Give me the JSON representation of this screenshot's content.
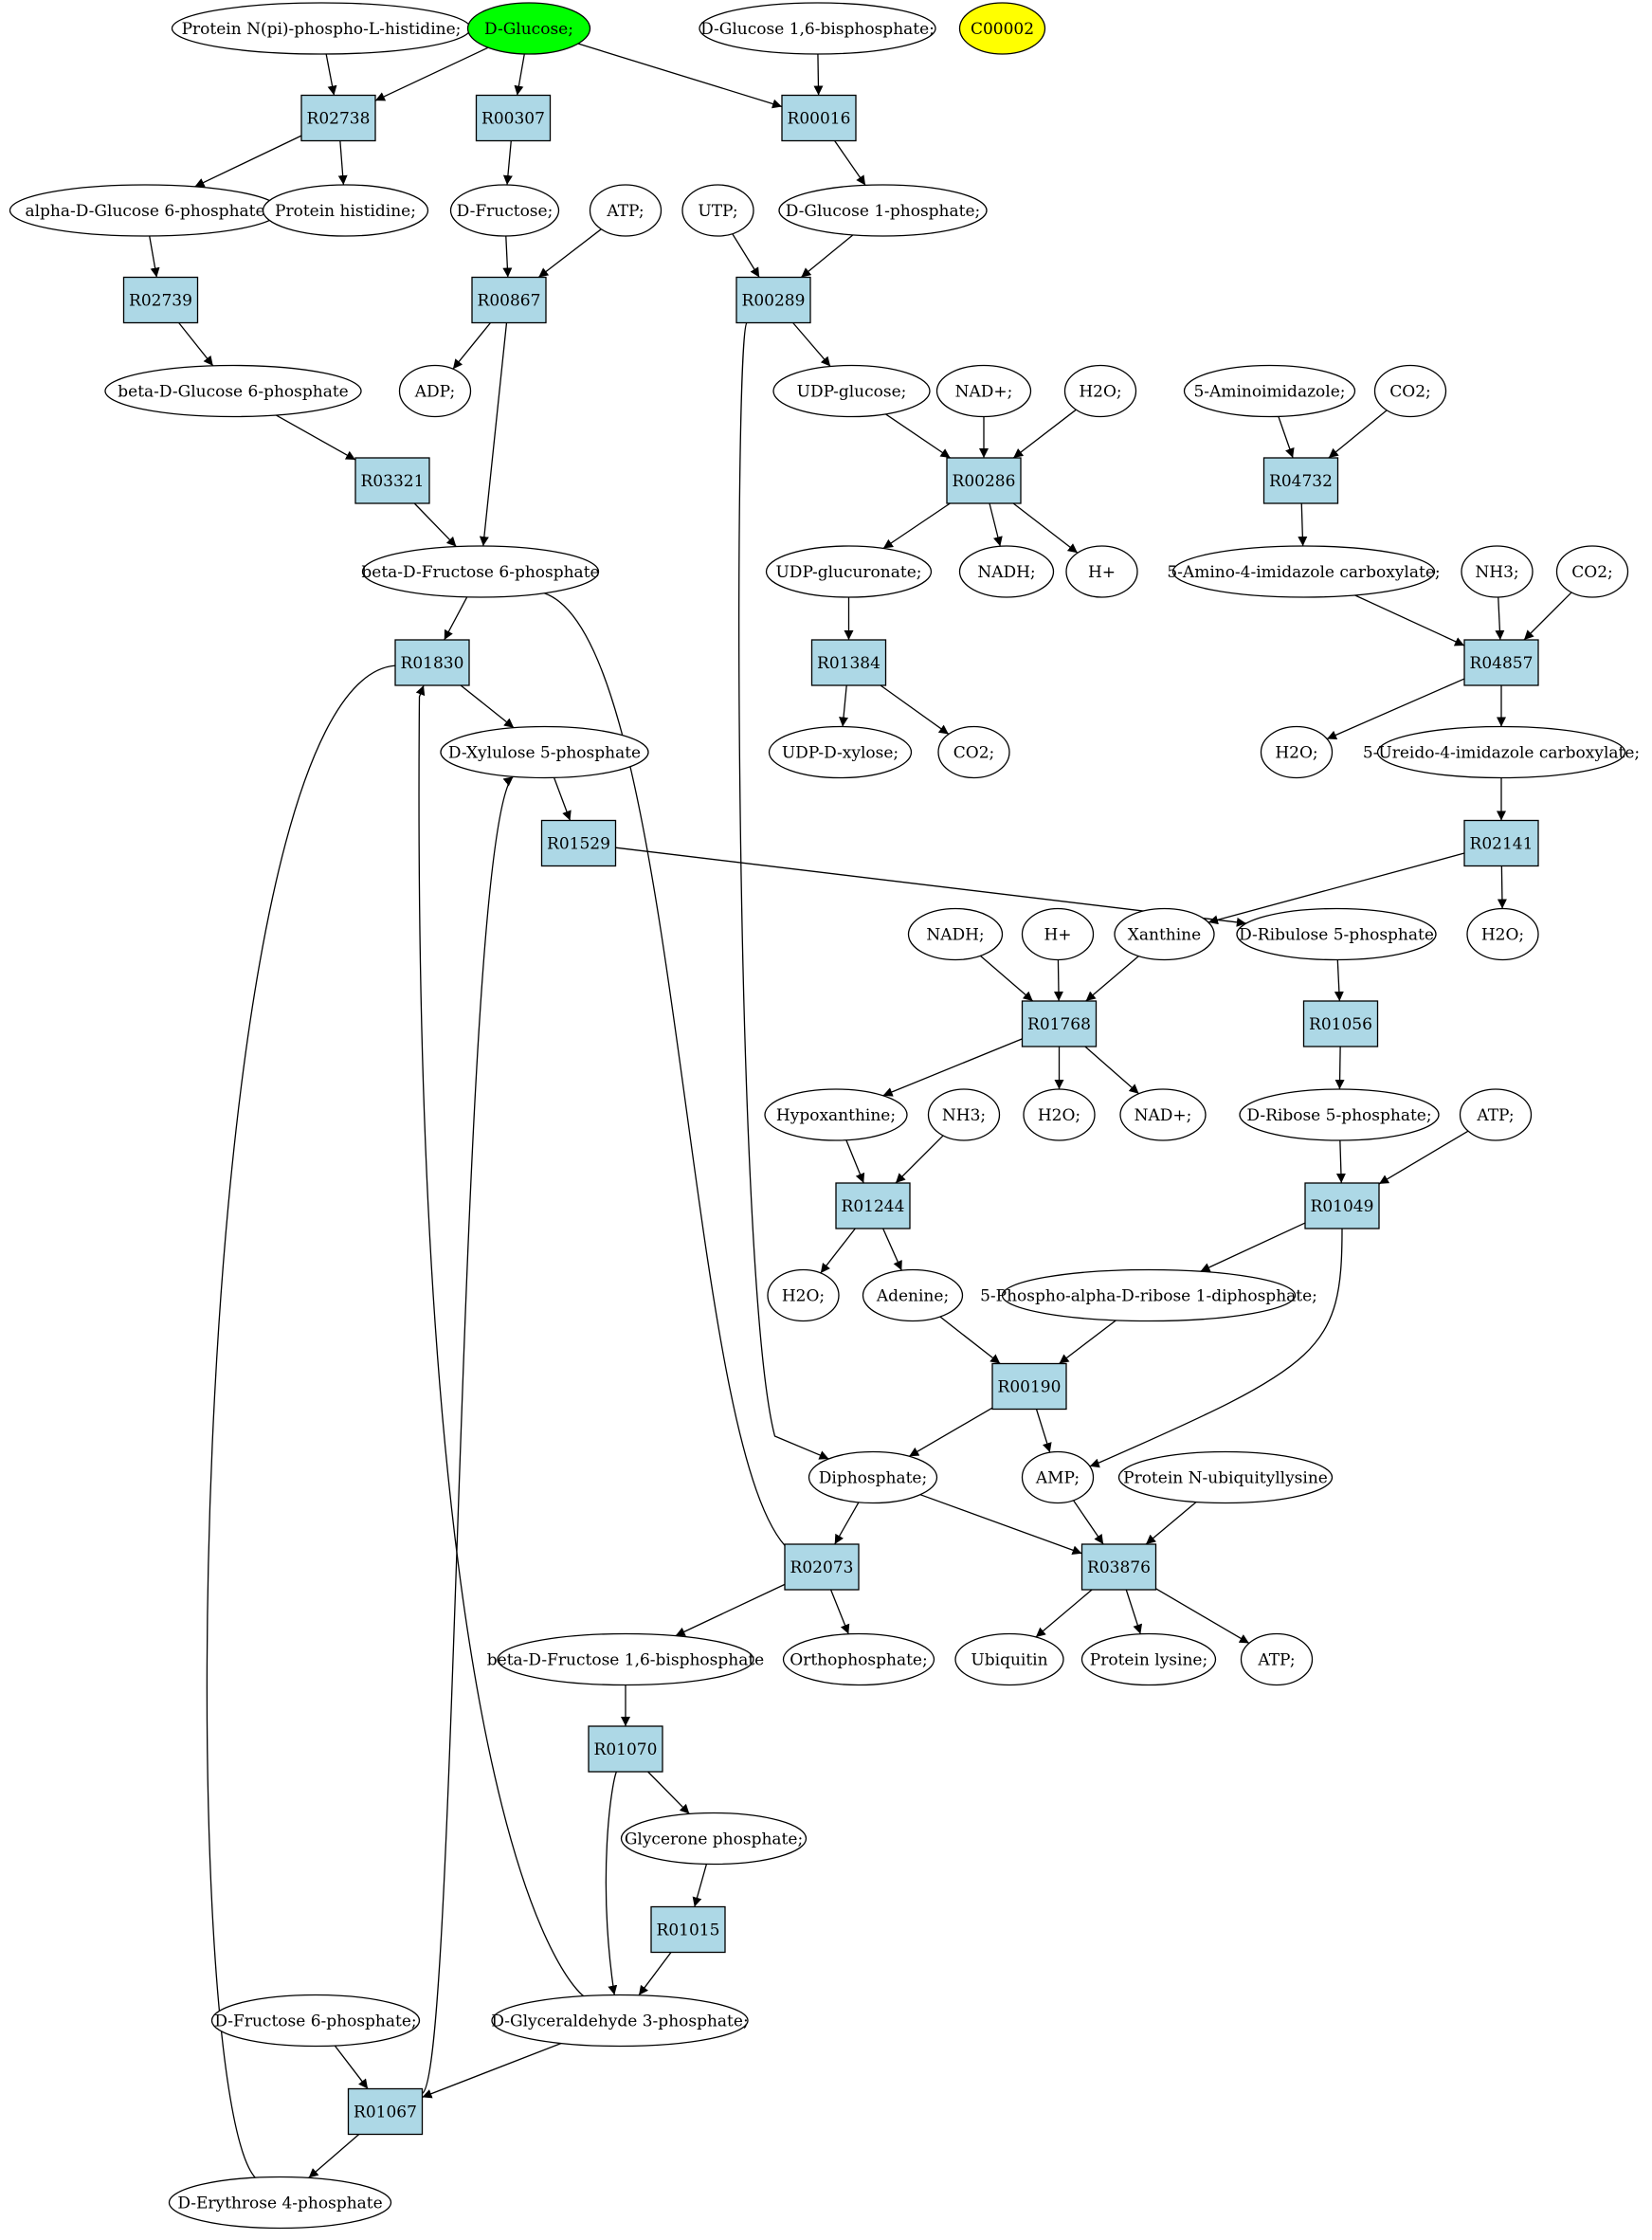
{
  "colors": {
    "reaction_fill": "#add8e6",
    "metabolite_fill": "#ffffff",
    "highlight_green": "#00ff00",
    "highlight_yellow": "#ffff00"
  },
  "metabolites": [
    {
      "id": "m_prot_nphis",
      "label": "Protein N(pi)-phospho-L-histidine;"
    },
    {
      "id": "m_dglucose",
      "label": "D-Glucose;",
      "fill": "#00ff00"
    },
    {
      "id": "m_dglc16bp",
      "label": "D-Glucose 1,6-bisphosphate;"
    },
    {
      "id": "m_c00002",
      "label": "C00002",
      "fill": "#ffff00"
    },
    {
      "id": "m_aglc6p",
      "label": "alpha-D-Glucose 6-phosphate"
    },
    {
      "id": "m_prothis",
      "label": "Protein histidine;"
    },
    {
      "id": "m_dfru",
      "label": "D-Fructose;"
    },
    {
      "id": "m_atp1",
      "label": "ATP;"
    },
    {
      "id": "m_utp",
      "label": "UTP;"
    },
    {
      "id": "m_dglc1p",
      "label": "D-Glucose 1-phosphate;"
    },
    {
      "id": "m_bglc6p",
      "label": "beta-D-Glucose 6-phosphate"
    },
    {
      "id": "m_adp",
      "label": "ADP;"
    },
    {
      "id": "m_udpglc",
      "label": "UDP-glucose;"
    },
    {
      "id": "m_nad1",
      "label": "NAD+;"
    },
    {
      "id": "m_h2o1",
      "label": "H2O;"
    },
    {
      "id": "m_5aim",
      "label": "5-Aminoimidazole;"
    },
    {
      "id": "m_co2a",
      "label": "CO2;"
    },
    {
      "id": "m_bfru6p",
      "label": "beta-D-Fructose 6-phosphate"
    },
    {
      "id": "m_udpgluc",
      "label": "UDP-glucuronate;"
    },
    {
      "id": "m_nadh1",
      "label": "NADH;"
    },
    {
      "id": "m_h1",
      "label": "H+"
    },
    {
      "id": "m_5a4ic",
      "label": "5-Amino-4-imidazole carboxylate;"
    },
    {
      "id": "m_nh3a",
      "label": "NH3;"
    },
    {
      "id": "m_co2b",
      "label": "CO2;"
    },
    {
      "id": "m_dxyl5p",
      "label": "D-Xylulose 5-phosphate"
    },
    {
      "id": "m_udpxyl",
      "label": "UDP-D-xylose;"
    },
    {
      "id": "m_co2c",
      "label": "CO2;"
    },
    {
      "id": "m_h2o2",
      "label": "H2O;"
    },
    {
      "id": "m_5u4ic",
      "label": "5-Ureido-4-imidazole carboxylate;"
    },
    {
      "id": "m_nadh2",
      "label": "NADH;"
    },
    {
      "id": "m_h2",
      "label": "H+"
    },
    {
      "id": "m_xan",
      "label": "Xanthine"
    },
    {
      "id": "m_drib5p",
      "label": "D-Ribulose 5-phosphate"
    },
    {
      "id": "m_h2o3",
      "label": "H2O;"
    },
    {
      "id": "m_hypox",
      "label": "Hypoxanthine;"
    },
    {
      "id": "m_nh3b",
      "label": "NH3;"
    },
    {
      "id": "m_h2o4",
      "label": "H2O;"
    },
    {
      "id": "m_nad2",
      "label": "NAD+;"
    },
    {
      "id": "m_drbs5p",
      "label": "D-Ribose 5-phosphate;"
    },
    {
      "id": "m_atp2",
      "label": "ATP;"
    },
    {
      "id": "m_h2o5",
      "label": "H2O;"
    },
    {
      "id": "m_aden",
      "label": "Adenine;"
    },
    {
      "id": "m_prpp",
      "label": "5-Phospho-alpha-D-ribose 1-diphosphate;"
    },
    {
      "id": "m_diph",
      "label": "Diphosphate;"
    },
    {
      "id": "m_amp",
      "label": "AMP;"
    },
    {
      "id": "m_protubq",
      "label": "Protein N-ubiquityllysine"
    },
    {
      "id": "m_bfru16bp",
      "label": "beta-D-Fructose 1,6-bisphosphate"
    },
    {
      "id": "m_orthop",
      "label": "Orthophosphate;"
    },
    {
      "id": "m_ubq",
      "label": "Ubiquitin"
    },
    {
      "id": "m_protlys",
      "label": "Protein lysine;"
    },
    {
      "id": "m_atp3",
      "label": "ATP;"
    },
    {
      "id": "m_glyp",
      "label": "Glycerone phosphate;"
    },
    {
      "id": "m_dfru6p",
      "label": "D-Fructose 6-phosphate;"
    },
    {
      "id": "m_dg3p",
      "label": "D-Glyceraldehyde 3-phosphate;"
    },
    {
      "id": "m_dery4p",
      "label": "D-Erythrose 4-phosphate"
    }
  ],
  "reactions": [
    {
      "id": "r_R02738",
      "label": "R02738"
    },
    {
      "id": "r_R00307",
      "label": "R00307"
    },
    {
      "id": "r_R00016",
      "label": "R00016"
    },
    {
      "id": "r_R02739",
      "label": "R02739"
    },
    {
      "id": "r_R00867",
      "label": "R00867"
    },
    {
      "id": "r_R00289",
      "label": "R00289"
    },
    {
      "id": "r_R03321",
      "label": "R03321"
    },
    {
      "id": "r_R00286",
      "label": "R00286"
    },
    {
      "id": "r_R04732",
      "label": "R04732"
    },
    {
      "id": "r_R01830",
      "label": "R01830"
    },
    {
      "id": "r_R01384",
      "label": "R01384"
    },
    {
      "id": "r_R04857",
      "label": "R04857"
    },
    {
      "id": "r_R01529",
      "label": "R01529"
    },
    {
      "id": "r_R02141",
      "label": "R02141"
    },
    {
      "id": "r_R01768",
      "label": "R01768"
    },
    {
      "id": "r_R01056",
      "label": "R01056"
    },
    {
      "id": "r_R01244",
      "label": "R01244"
    },
    {
      "id": "r_R01049",
      "label": "R01049"
    },
    {
      "id": "r_R00190",
      "label": "R00190"
    },
    {
      "id": "r_R02073",
      "label": "R02073"
    },
    {
      "id": "r_R03876",
      "label": "R03876"
    },
    {
      "id": "r_R01070",
      "label": "R01070"
    },
    {
      "id": "r_R01015",
      "label": "R01015"
    },
    {
      "id": "r_R01067",
      "label": "R01067"
    }
  ],
  "edges": [
    [
      "m_prot_nphis",
      "r_R02738"
    ],
    [
      "m_dglucose",
      "r_R02738"
    ],
    [
      "m_dglucose",
      "r_R00307"
    ],
    [
      "m_dglucose",
      "r_R00016"
    ],
    [
      "m_dglc16bp",
      "r_R00016"
    ],
    [
      "r_R02738",
      "m_aglc6p"
    ],
    [
      "r_R02738",
      "m_prothis"
    ],
    [
      "r_R00307",
      "m_dfru"
    ],
    [
      "r_R00016",
      "m_dglc1p"
    ],
    [
      "m_aglc6p",
      "r_R02739"
    ],
    [
      "m_dfru",
      "r_R00867"
    ],
    [
      "m_atp1",
      "r_R00867"
    ],
    [
      "m_utp",
      "r_R00289"
    ],
    [
      "m_dglc1p",
      "r_R00289"
    ],
    [
      "r_R02739",
      "m_bglc6p"
    ],
    [
      "r_R00867",
      "m_adp"
    ],
    [
      "r_R00867",
      "m_bfru6p"
    ],
    [
      "r_R00289",
      "m_udpglc"
    ],
    [
      "r_R00289",
      "m_diph"
    ],
    [
      "m_bglc6p",
      "r_R03321"
    ],
    [
      "r_R03321",
      "m_bfru6p"
    ],
    [
      "m_udpglc",
      "r_R00286"
    ],
    [
      "m_nad1",
      "r_R00286"
    ],
    [
      "m_h2o1",
      "r_R00286"
    ],
    [
      "r_R00286",
      "m_udpgluc"
    ],
    [
      "r_R00286",
      "m_nadh1"
    ],
    [
      "r_R00286",
      "m_h1"
    ],
    [
      "m_5aim",
      "r_R04732"
    ],
    [
      "m_co2a",
      "r_R04732"
    ],
    [
      "r_R04732",
      "m_5a4ic"
    ],
    [
      "m_bfru6p",
      "r_R01830"
    ],
    [
      "m_bfru6p",
      "r_R02073"
    ],
    [
      "m_udpgluc",
      "r_R01384"
    ],
    [
      "r_R01384",
      "m_udpxyl"
    ],
    [
      "r_R01384",
      "m_co2c"
    ],
    [
      "m_5a4ic",
      "r_R04857"
    ],
    [
      "m_nh3a",
      "r_R04857"
    ],
    [
      "m_co2b",
      "r_R04857"
    ],
    [
      "r_R04857",
      "m_h2o2"
    ],
    [
      "r_R04857",
      "m_5u4ic"
    ],
    [
      "r_R01830",
      "m_dxyl5p"
    ],
    [
      "r_R01830",
      "m_dery4p"
    ],
    [
      "m_dxyl5p",
      "r_R01529"
    ],
    [
      "r_R01529",
      "m_drib5p"
    ],
    [
      "m_5u4ic",
      "r_R02141"
    ],
    [
      "r_R02141",
      "m_xan"
    ],
    [
      "r_R02141",
      "m_h2o3"
    ],
    [
      "m_nadh2",
      "r_R01768"
    ],
    [
      "m_h2",
      "r_R01768"
    ],
    [
      "m_xan",
      "r_R01768"
    ],
    [
      "m_drib5p",
      "r_R01056"
    ],
    [
      "r_R01768",
      "m_hypox"
    ],
    [
      "r_R01768",
      "m_h2o4"
    ],
    [
      "r_R01768",
      "m_nad2"
    ],
    [
      "r_R01056",
      "m_drbs5p"
    ],
    [
      "m_hypox",
      "r_R01244"
    ],
    [
      "m_nh3b",
      "r_R01244"
    ],
    [
      "m_drbs5p",
      "r_R01049"
    ],
    [
      "m_atp2",
      "r_R01049"
    ],
    [
      "r_R01244",
      "m_h2o5"
    ],
    [
      "r_R01244",
      "m_aden"
    ],
    [
      "r_R01049",
      "m_prpp"
    ],
    [
      "r_R01049",
      "m_amp"
    ],
    [
      "m_aden",
      "r_R00190"
    ],
    [
      "m_prpp",
      "r_R00190"
    ],
    [
      "r_R00190",
      "m_diph"
    ],
    [
      "r_R00190",
      "m_amp"
    ],
    [
      "m_diph",
      "r_R02073"
    ],
    [
      "m_diph",
      "r_R03876"
    ],
    [
      "m_amp",
      "r_R03876"
    ],
    [
      "m_protubq",
      "r_R03876"
    ],
    [
      "r_R02073",
      "m_bfru16bp"
    ],
    [
      "r_R02073",
      "m_orthop"
    ],
    [
      "r_R03876",
      "m_ubq"
    ],
    [
      "r_R03876",
      "m_protlys"
    ],
    [
      "r_R03876",
      "m_atp3"
    ],
    [
      "m_bfru16bp",
      "r_R01070"
    ],
    [
      "r_R01070",
      "m_glyp"
    ],
    [
      "r_R01070",
      "m_dg3p"
    ],
    [
      "m_glyp",
      "r_R01015"
    ],
    [
      "r_R01015",
      "m_dg3p"
    ],
    [
      "m_dfru6p",
      "r_R01067"
    ],
    [
      "m_dg3p",
      "r_R01067"
    ],
    [
      "m_dg3p",
      "r_R01830"
    ],
    [
      "r_R01067",
      "m_dery4p"
    ],
    [
      "r_R01067",
      "m_dxyl5p"
    ]
  ]
}
